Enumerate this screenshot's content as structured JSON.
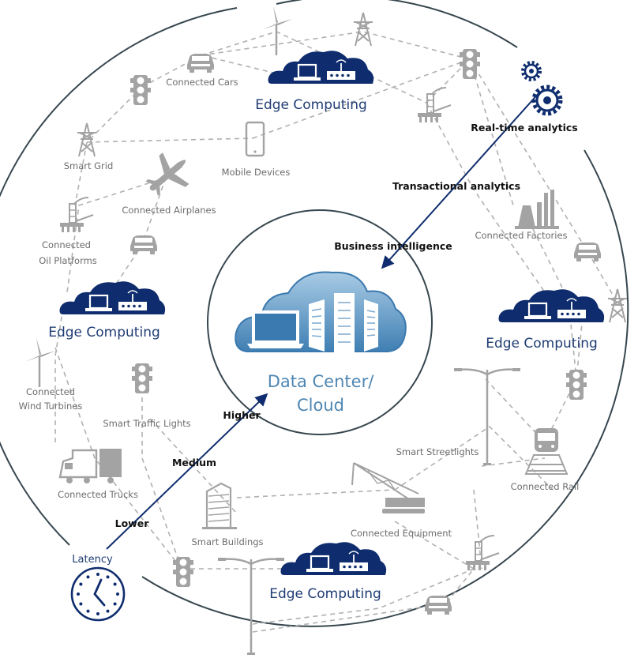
{
  "diagram": {
    "center": {
      "title_line1": "Data Center/",
      "title_line2": "Cloud"
    },
    "edge_nodes": [
      {
        "label": "Edge Computing"
      },
      {
        "label": "Edge Computing"
      },
      {
        "label": "Edge Computing"
      },
      {
        "label": "Edge Computing"
      }
    ],
    "devices": [
      {
        "label": "Connected Cars"
      },
      {
        "label": "Smart Grid"
      },
      {
        "label": "Mobile Devices"
      },
      {
        "label": "Connected Airplanes"
      },
      {
        "label_line1": "Connected",
        "label_line2": "Oil Platforms"
      },
      {
        "label": "Connected Factories"
      },
      {
        "label_line1": "Connected",
        "label_line2": "Wind Turbines"
      },
      {
        "label": "Smart Traffic Lights"
      },
      {
        "label": "Connected Trucks"
      },
      {
        "label": "Smart Streetlights"
      },
      {
        "label": "Connected Rail"
      },
      {
        "label": "Connected Equipment"
      },
      {
        "label": "Smart Buildings"
      }
    ],
    "analytics_axis": {
      "top": "Real-time analytics",
      "middle": "Transactional analytics",
      "bottom": "Business intelligence"
    },
    "latency_axis": {
      "title": "Latency",
      "levels": [
        "Lower",
        "Medium",
        "Higher"
      ]
    },
    "colors": {
      "navy": "#0f2d6e",
      "cloud_blue": "#5b93c0",
      "gray_icon": "#a3a3a3",
      "ring": "#37474f"
    }
  }
}
